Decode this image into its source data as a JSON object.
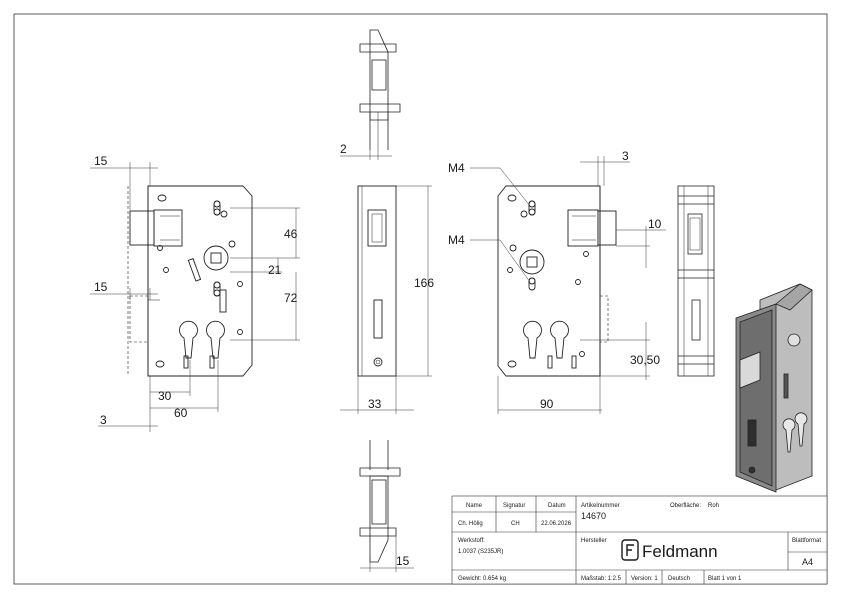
{
  "dimensions": {
    "d15_top": "15",
    "d15_mid": "15",
    "d46": "46",
    "d21": "21",
    "d72": "72",
    "d30": "30",
    "d60": "60",
    "d3_left": "3",
    "d2": "2",
    "d166": "166",
    "d33": "33",
    "d15_bottom": "15",
    "m4_upper": "M4",
    "m4_lower": "M4",
    "d3_right": "3",
    "d10": "10",
    "d30_50": "30,50",
    "d90": "90"
  },
  "title_block": {
    "h_name": "Name",
    "h_signatur": "Signatur",
    "h_datum": "Datum",
    "name": "Ch. Hölig",
    "signatur": "CH",
    "datum": "22.06.2026",
    "artikel_label": "Artikelnummer",
    "artikel_value": "14670",
    "oberflaeche_label": "Oberfläche:",
    "oberflaeche_value": "Roh",
    "werkstoff_label": "Werkstoff:",
    "werkstoff_value": "1.0037 (S235JR)",
    "hersteller_label": "Hersteller",
    "brand": "Feldmann",
    "blattformat_label": "Blattformat",
    "blattformat_value": "A4",
    "gewicht": "Gewicht: 0.654 kg",
    "massstab": "Maßstab: 1:2.5",
    "version": "Version: 1",
    "sprache": "Deutsch",
    "blatt": "Blatt 1 von 1"
  }
}
